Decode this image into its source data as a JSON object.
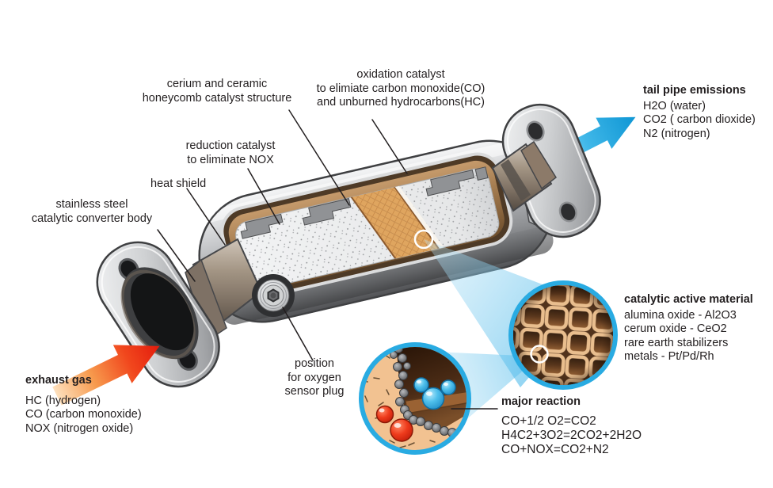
{
  "title": "catalytic converter cutaway diagram",
  "colors": {
    "accent_cyan": "#29ABE2",
    "arrow_red": "#ED1C24",
    "text": "#231F20",
    "honeycomb_tan": "#E9BE8E",
    "lining_brown": "#8C6239",
    "substrate_white": "#E9EAEB",
    "shell_grey": "#9EA0A3"
  },
  "labels": {
    "cerium": {
      "lines": [
        "cerium and ceramic",
        "honeycomb catalyst structure"
      ]
    },
    "oxidation": {
      "lines": [
        "oxidation catalyst",
        "to elimiate carbon monoxide(CO)",
        "and unburned hydrocarbons(HC)"
      ]
    },
    "tailpipe": {
      "title": "tail pipe emissions",
      "items": [
        "H2O (water)",
        "CO2 ( carbon dioxide)",
        "N2 (nitrogen)"
      ]
    },
    "reduction": {
      "lines": [
        "reduction catalyst",
        "to eliminate NOX"
      ]
    },
    "heat_shield": {
      "text": "heat shield"
    },
    "body": {
      "lines": [
        "stainless steel",
        "catalytic converter body"
      ]
    },
    "exhaust": {
      "title": "exhaust gas",
      "items": [
        "HC (hydrogen)",
        "CO (carbon monoxide)",
        "NOX (nitrogen oxide)"
      ]
    },
    "oxygen_sensor": {
      "lines": [
        "position",
        "for oxygen",
        "sensor plug"
      ]
    },
    "catalytic_material": {
      "title": "catalytic active material",
      "items": [
        "alumina oxide - Al2O3",
        "cerum oxide - CeO2",
        "rare earth stabilizers",
        "metals - Pt/Pd/Rh"
      ]
    },
    "major_reaction": {
      "title": "major reaction",
      "items": [
        "CO+1/2 O2=CO2",
        "H4C2+3O2=2CO2+2H2O",
        "CO+NOX=CO2+N2"
      ]
    }
  }
}
